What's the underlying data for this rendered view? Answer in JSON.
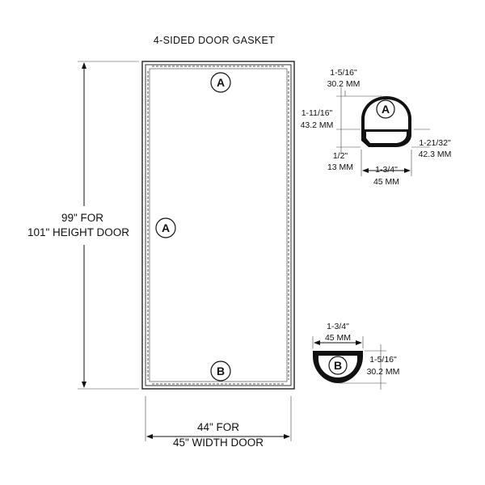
{
  "title": "4-SIDED DOOR GASKET",
  "door": {
    "height_line1": "99\" FOR",
    "height_line2": "101\" HEIGHT DOOR",
    "width_line1": "44\" FOR",
    "width_line2": "45\" WIDTH DOOR",
    "badge_top": "A",
    "badge_side": "A",
    "badge_bottom": "B"
  },
  "profile_a": {
    "badge": "A",
    "dim_top_in": "1-5/16\"",
    "dim_top_mm": "30.2 MM",
    "dim_left_in": "1-11/16\"",
    "dim_left_mm": "43.2 MM",
    "dim_right_in": "1-21/32\"",
    "dim_right_mm": "42.3 MM",
    "dim_small_in": "1/2\"",
    "dim_small_mm": "13 MM",
    "dim_bottom_in": "1-3/4\"",
    "dim_bottom_mm": "45 MM"
  },
  "profile_b": {
    "badge": "B",
    "dim_top_in": "1-3/4\"",
    "dim_top_mm": "45 MM",
    "dim_right_in": "1-5/16\"",
    "dim_right_mm": "30.2 MM"
  }
}
